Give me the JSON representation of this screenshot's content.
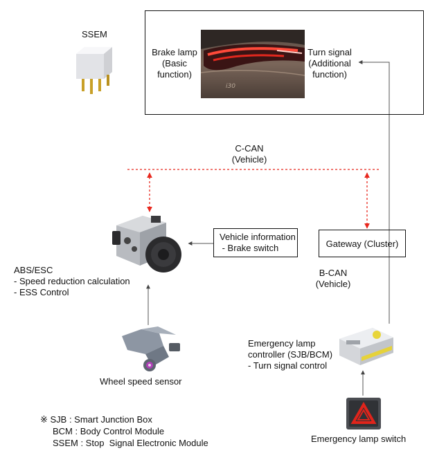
{
  "ssem": {
    "title": "SSEM"
  },
  "lamp_box": {
    "left_label": "Brake lamp\n(Basic\nfunction)",
    "right_label": "Turn signal\n(Additional\nfunction)"
  },
  "ccan": {
    "label": "C-CAN\n(Vehicle)"
  },
  "vehicle_info": {
    "label": "Vehicle information\n - Brake switch"
  },
  "gateway": {
    "label": "Gateway (Cluster)"
  },
  "abs": {
    "label": "ABS/ESC\n- Speed reduction calculation\n- ESS Control"
  },
  "bcan": {
    "label": "B-CAN\n(Vehicle)"
  },
  "wheel_sensor": {
    "label": "Wheel speed sensor"
  },
  "emergency_controller": {
    "label": "Emergency lamp\ncontroller (SJB/BCM)\n- Turn signal control"
  },
  "emergency_switch": {
    "label": "Emergency lamp switch"
  },
  "legend": {
    "line1": "※ SJB : Smart Junction Box",
    "line2": "BCM : Body Control Module",
    "line3": "SSEM : Stop  Signal Electronic Module"
  },
  "colors": {
    "can_dashed": "#e8281e",
    "wire": "#555555",
    "hazard_red": "#e0241b"
  }
}
